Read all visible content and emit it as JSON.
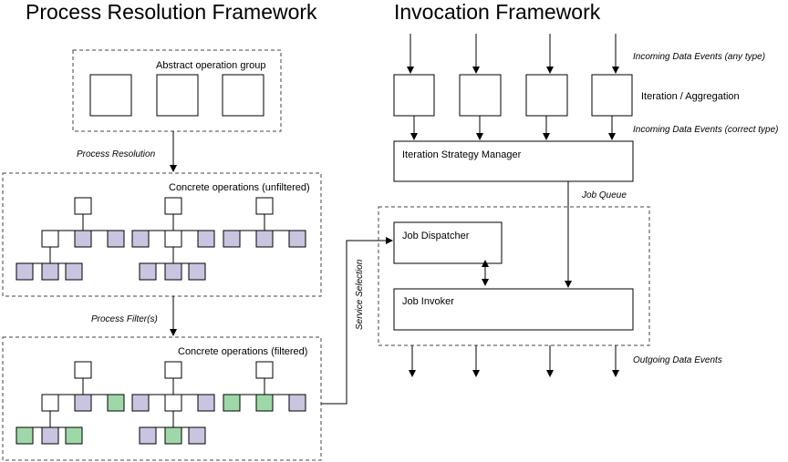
{
  "titles": {
    "left": "Process Resolution Framework",
    "right": "Invocation Framework"
  },
  "left": {
    "abstract_group_label": "Abstract operation group",
    "process_resolution_label": "Process Resolution",
    "concrete_unfiltered_label": "Concrete operations (unfiltered)",
    "process_filter_label": "Process Filter(s)",
    "concrete_filtered_label": "Concrete operations (filtered)",
    "service_selection_label": "Service Selection"
  },
  "right": {
    "incoming_any_label": "Incoming Data Events (any type)",
    "iteration_label": "Iteration / Aggregation",
    "incoming_correct_label": "Incoming Data Events (correct type)",
    "ism_label": "Iteration Strategy Manager",
    "job_queue_label": "Job Queue",
    "job_dispatcher_label": "Job Dispatcher",
    "job_invoker_label": "Job Invoker",
    "outgoing_label": "Outgoing Data Events"
  },
  "colors": {
    "purple": "#c9c5e0",
    "green": "#9fd8a8",
    "white": "#ffffff",
    "line": "#000000",
    "dashed_border": "#444444"
  },
  "trees": {
    "unfiltered": [
      {
        "leaf_colors": [
          "white",
          "purple",
          "purple"
        ],
        "child_colors": [
          "purple",
          "purple",
          "purple"
        ]
      },
      {
        "leaf_colors": [
          "purple",
          "white",
          "purple"
        ],
        "child_colors": [
          "purple",
          "purple",
          "purple"
        ]
      },
      {
        "leaf_colors": [
          "purple",
          "purple",
          "purple"
        ],
        "child_colors": []
      }
    ],
    "filtered": [
      {
        "leaf_colors": [
          "white",
          "purple",
          "green"
        ],
        "child_colors": [
          "green",
          "purple",
          "green"
        ]
      },
      {
        "leaf_colors": [
          "purple",
          "white",
          "purple"
        ],
        "child_colors": [
          "purple",
          "green",
          "purple"
        ]
      },
      {
        "leaf_colors": [
          "green",
          "green",
          "purple"
        ],
        "child_colors": []
      }
    ]
  }
}
